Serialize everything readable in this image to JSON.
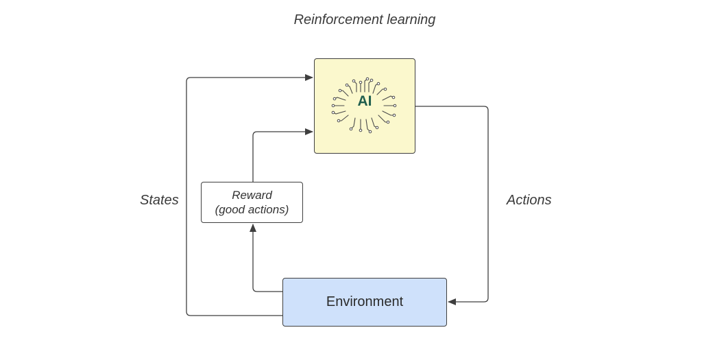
{
  "title": "Reinforcement learning",
  "nodes": {
    "agent": {
      "label": "AI",
      "icon": "circuit-brain-icon",
      "fill": "#fbf8cd"
    },
    "reward": {
      "line1": "Reward",
      "line2": "(good actions)",
      "fill": "#ffffff"
    },
    "environment": {
      "label": "Environment",
      "fill": "#cfe1fb"
    }
  },
  "edges": {
    "states": "States",
    "actions": "Actions"
  },
  "colors": {
    "stroke": "#3f3f3f",
    "ai_text": "#1f5e4e",
    "brain_lines": "#4a4a4a"
  }
}
